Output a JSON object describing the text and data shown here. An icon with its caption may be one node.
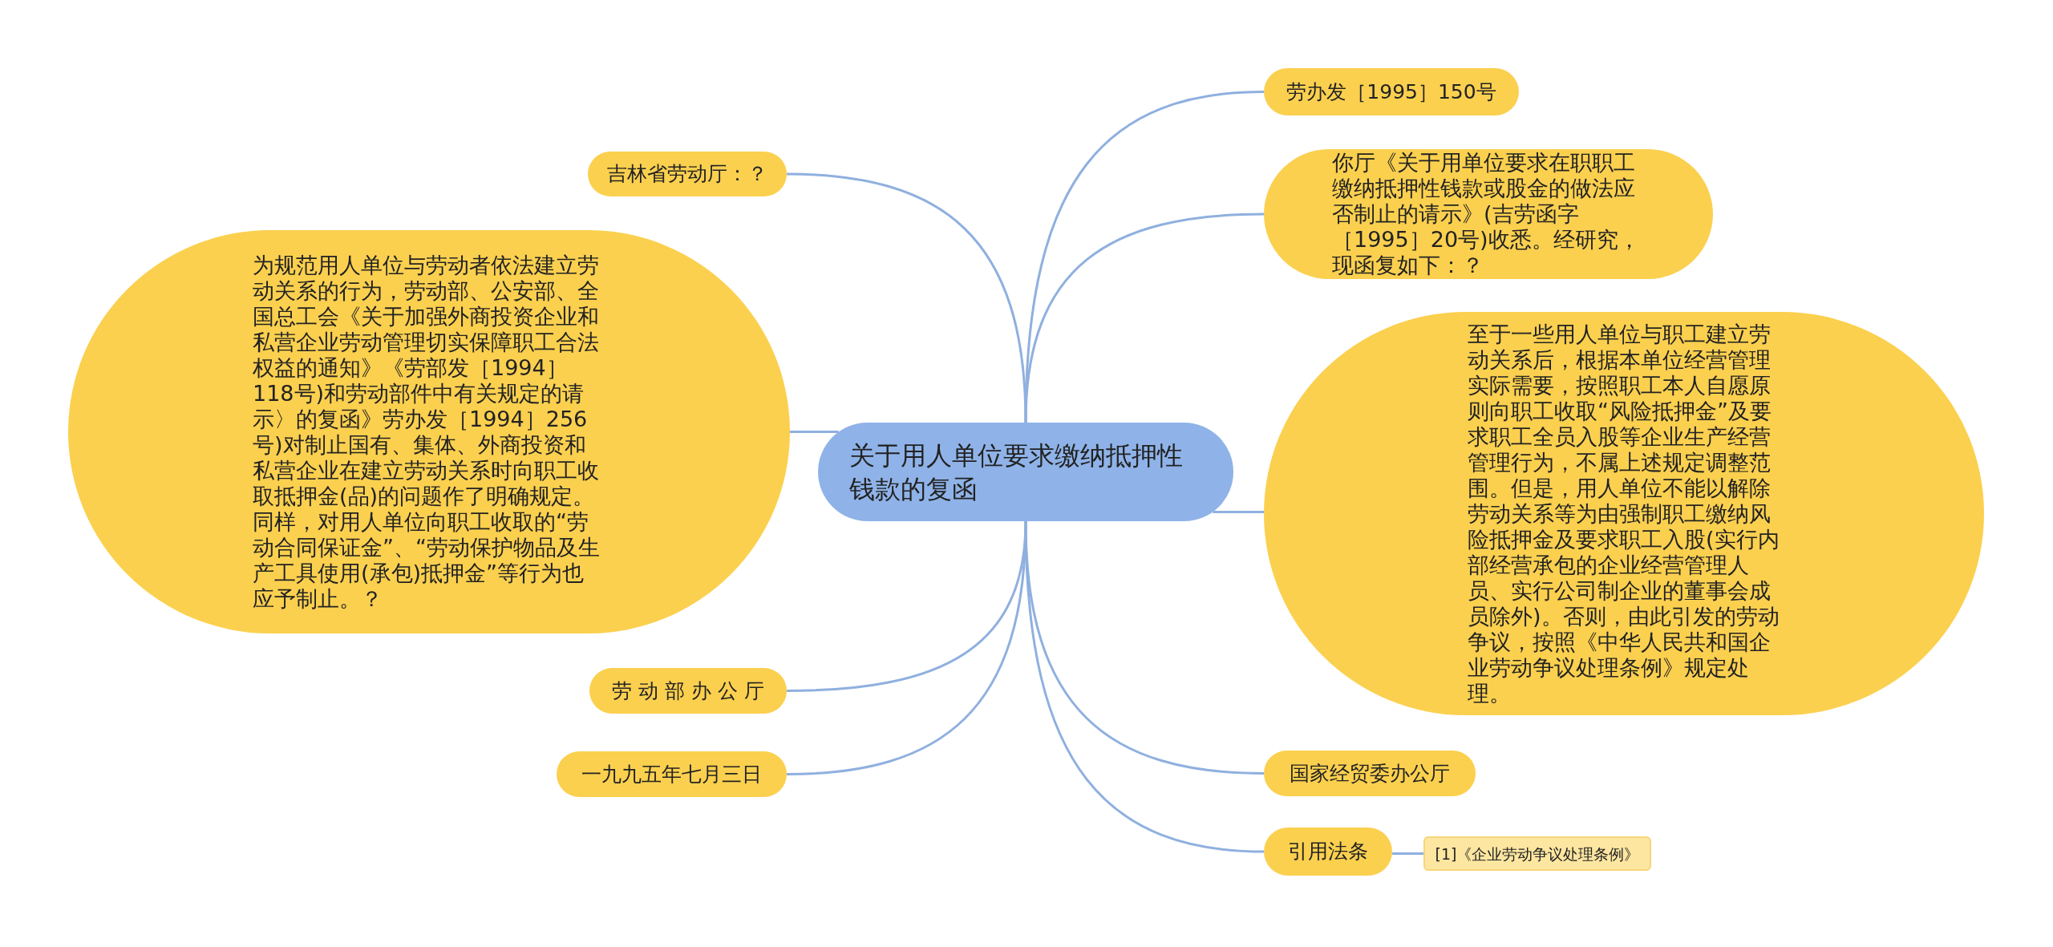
{
  "diagram": {
    "nodes": [
      {
        "text": [
          "关于用人单位要求缴纳抵押性钱款的复函"
        ]
      },
      {
        "text": [
          "吉林省劳动厅：？"
        ]
      },
      {
        "text": [
          "为规范用人单位与劳动者依法建立劳动关系的行为，劳动部、公安部、全国总工会《关于加强外商投资企业和私营企业劳动管理切实保障职工合法权益的通知》《劳部发［1994］118号)和劳动部件中有关规定的请示〉的复函》劳办发［1994］256号)对制止国有、集体、外商投资和私营企业在建立劳动关系时向职工收取抵押金(品)的问题作了明确规定。同样，对用人单位向职工收取的“劳动合同保证金”、“劳动保护物品及生产工具使用(承包)抵押金”等行为也应予制止。？"
        ]
      },
      {
        "text": [
          "劳 动 部 办 公 厅"
        ]
      },
      {
        "text": [
          "一九九五年七月三日"
        ]
      },
      {
        "text": [
          "劳办发［1995］150号"
        ]
      },
      {
        "text": [
          "你厅《关于用单位要求在职职工缴纳抵押性钱款或股金的做法应否制止的请示》(吉劳函字［1995］20号)收悉。经研究，现函复如下：？"
        ]
      },
      {
        "text": [
          "至于一些用人单位与职工建立劳动关系后，根据本单位经营管理实际需要，按照职工本人自愿原则向职工收取“风险抵押金”及要求职工全员入股等企业生产经营管理行为，不属上述规定调整范围。但是，用人单位不能以解除劳动关系等为由强制职工缴纳风险抵押金及要求职工入股(实行内部经营承包的企业经营管理人员、实行公司制企业的董事会成员除外)。否则，由此引发的劳动争议，按照《中华人民共和国企业劳动争议处理条例》规定处理。"
        ]
      },
      {
        "text": [
          "国家经贸委办公厅"
        ]
      },
      {
        "text": [
          "引用法条"
        ]
      },
      {
        "text": [
          "[1]《企业劳动争议处理条例》"
        ]
      }
    ],
    "edges": [
      {
        "from": 0,
        "to": 1,
        "arrow": "none"
      },
      {
        "from": 0,
        "to": 2,
        "arrow": "none"
      },
      {
        "from": 0,
        "to": 3,
        "arrow": "none"
      },
      {
        "from": 0,
        "to": 4,
        "arrow": "none"
      },
      {
        "from": 0,
        "to": 5,
        "arrow": "none"
      },
      {
        "from": 0,
        "to": 6,
        "arrow": "none"
      },
      {
        "from": 0,
        "to": 7,
        "arrow": "none"
      },
      {
        "from": 0,
        "to": 8,
        "arrow": "none"
      },
      {
        "from": 0,
        "to": 9,
        "arrow": "none"
      },
      {
        "from": 9,
        "to": 10,
        "arrow": "none"
      }
    ]
  }
}
